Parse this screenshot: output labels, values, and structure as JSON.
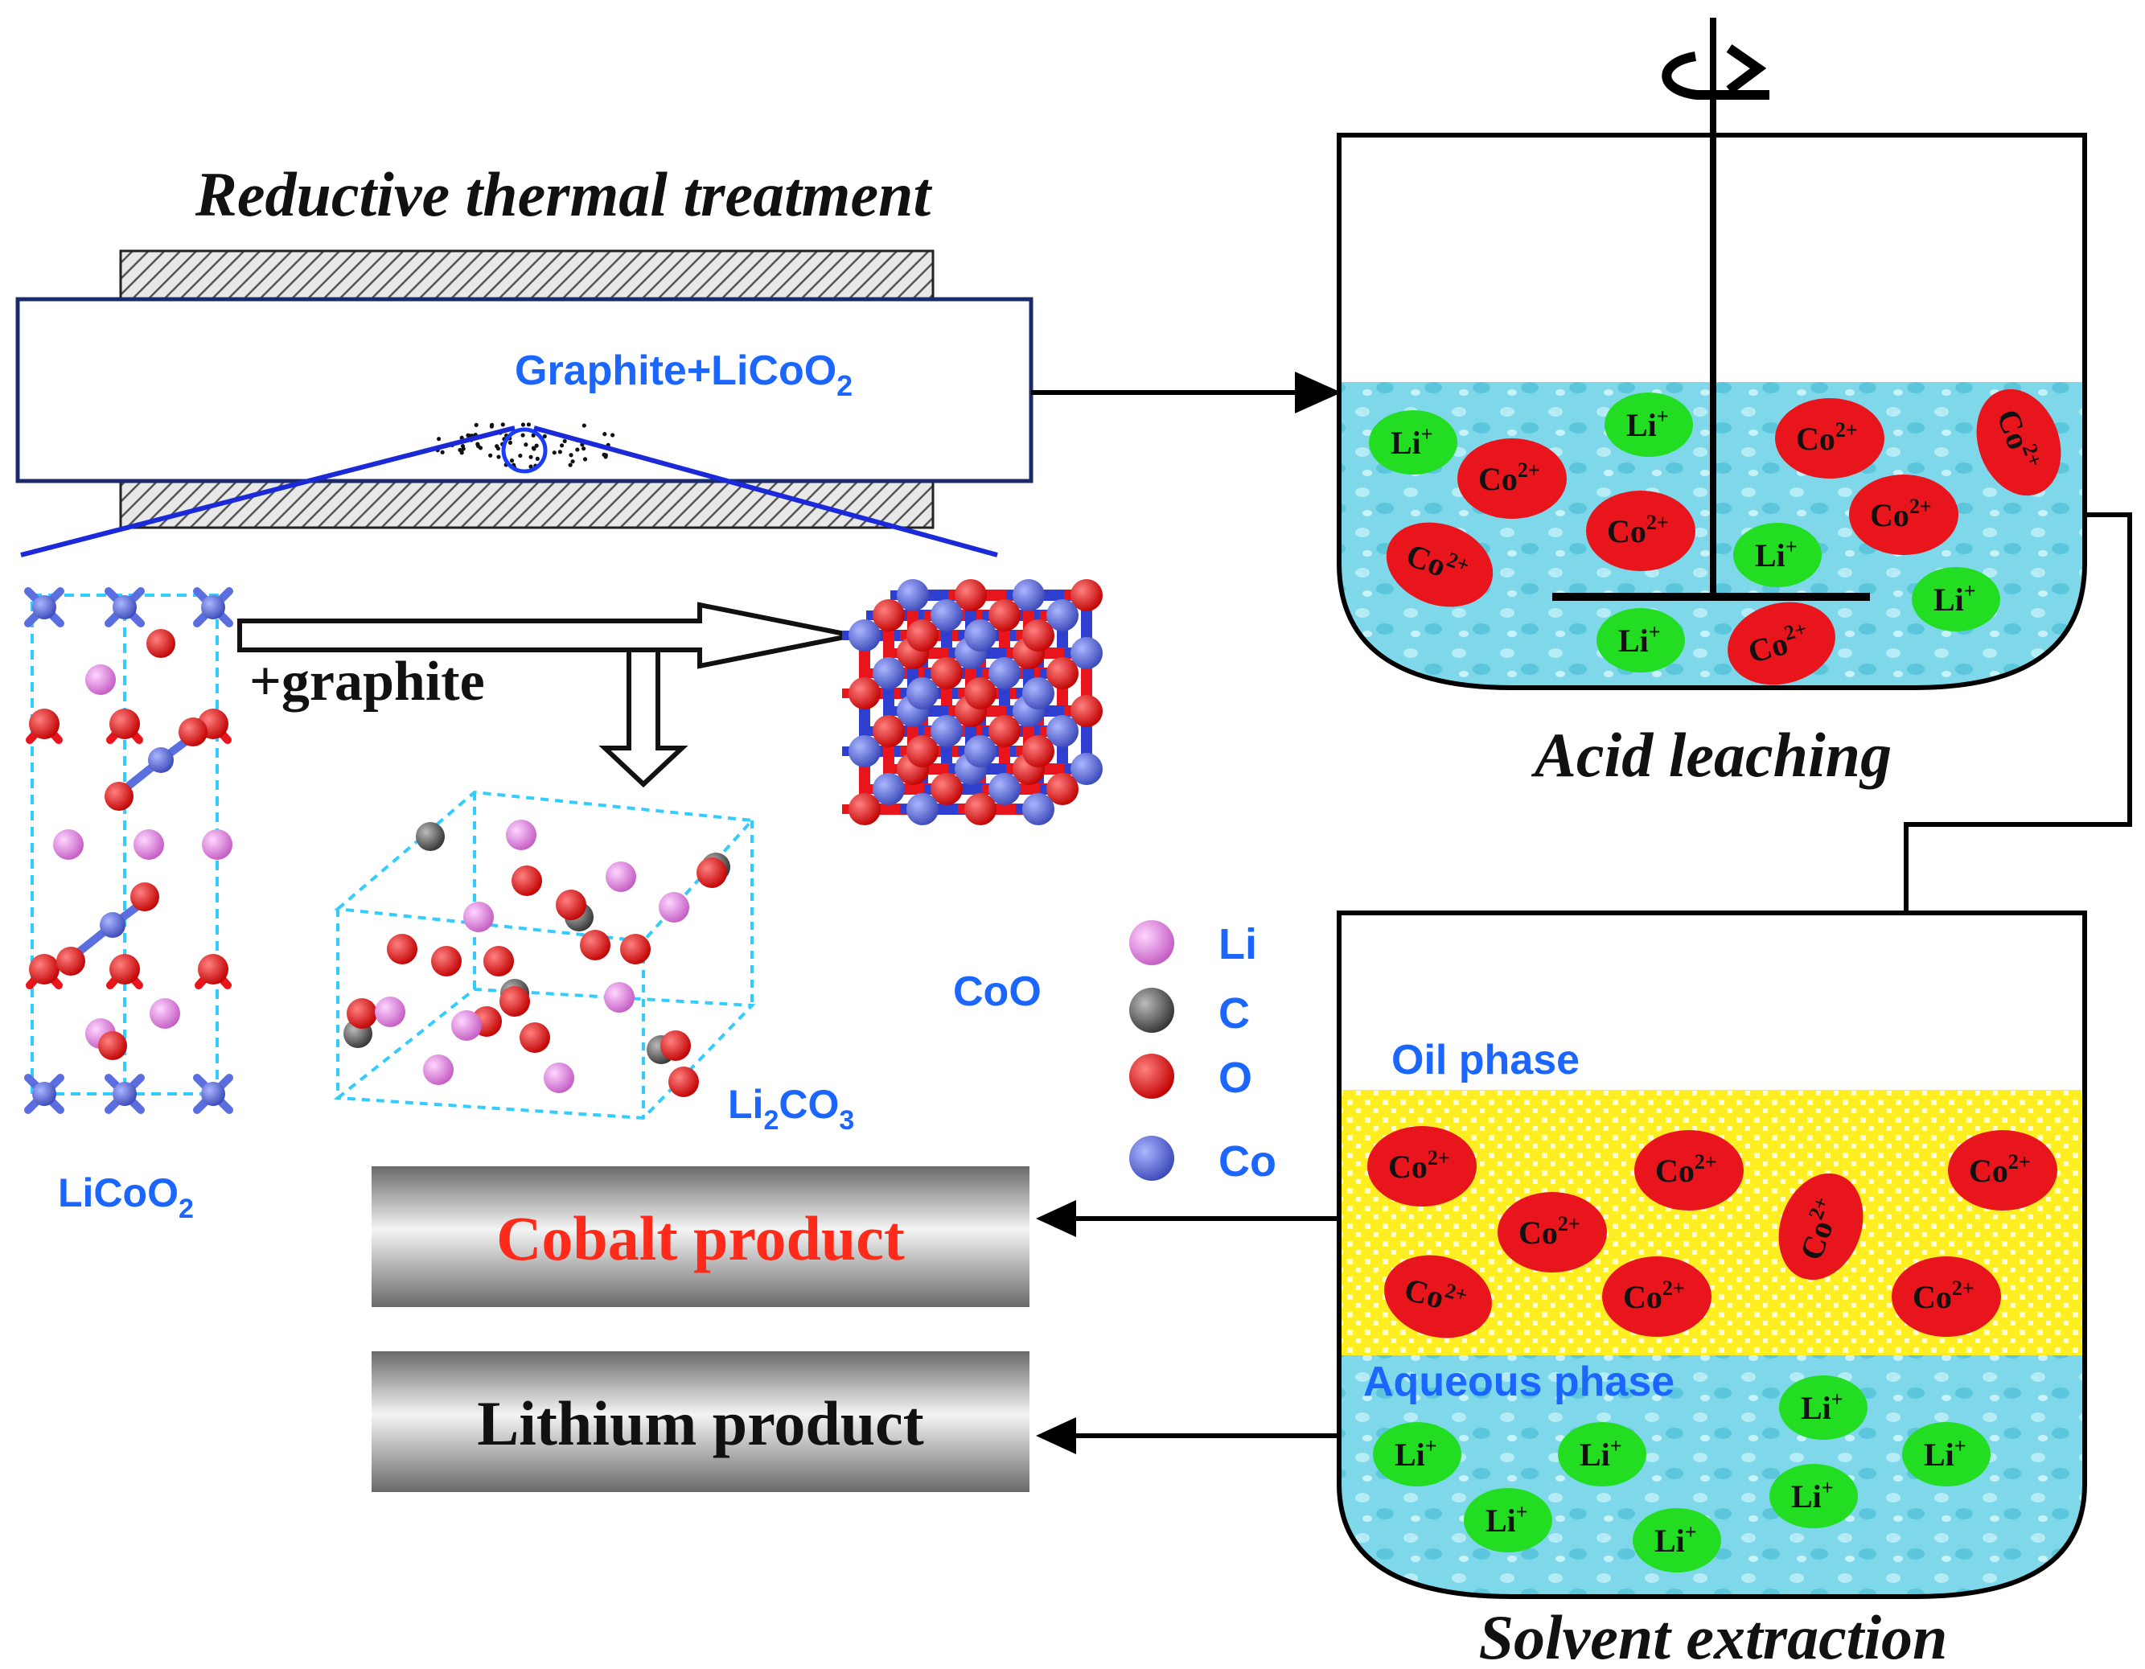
{
  "titles": {
    "reductive": "Reductive thermal treatment",
    "acid": "Acid leaching",
    "solvent": "Solvent extraction"
  },
  "labels": {
    "graphite_licoo2": "Graphite+LiCoO",
    "graphite_licoo2_sub": "2",
    "plus_graphite": "+graphite",
    "licoo2": "LiCoO",
    "licoo2_sub": "2",
    "li2co3_a": "Li",
    "li2co3_sub1": "2",
    "li2co3_b": "CO",
    "li2co3_sub2": "3",
    "coo": "CoO",
    "oil_phase": "Oil phase",
    "aqueous_phase": "Aqueous phase"
  },
  "legend": [
    {
      "symbol": "Li",
      "color": "#e07ee0"
    },
    {
      "symbol": "C",
      "color": "#606060"
    },
    {
      "symbol": "O",
      "color": "#e8161c"
    },
    {
      "symbol": "Co",
      "color": "#5a6ee0"
    }
  ],
  "products": {
    "cobalt": "Cobalt product",
    "lithium": "Lithium product"
  },
  "ions": {
    "co_base": "Co",
    "co_charge": "2+",
    "li_base": "Li",
    "li_charge": "+"
  },
  "colors": {
    "atom_li": "#e07ee0",
    "atom_c": "#606060",
    "atom_o": "#e8161c",
    "atom_co": "#5a6ee0",
    "ion_co": "#e8161c",
    "ion_li": "#22dd22",
    "water": "#7fd8ea",
    "oil": "#ffee22",
    "cobalt_text": "#ff2a1a",
    "lithium_text": "#111111",
    "label_blue": "#1a66ff"
  }
}
